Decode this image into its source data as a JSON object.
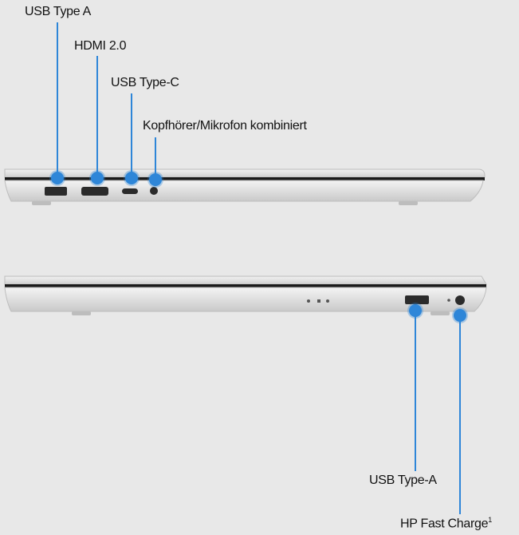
{
  "labels": {
    "usb_a_left": "USB Type A",
    "hdmi": "HDMI 2.0",
    "usb_c": "USB Type-C",
    "audio": "Kopfhörer/Mikrofon kombiniert",
    "usb_a_right": "USB Type-A",
    "fast_charge": "HP Fast Charge",
    "fast_charge_footnote": "1"
  },
  "colors": {
    "background": "#e8e8e8",
    "accent": "#2e86d8"
  }
}
